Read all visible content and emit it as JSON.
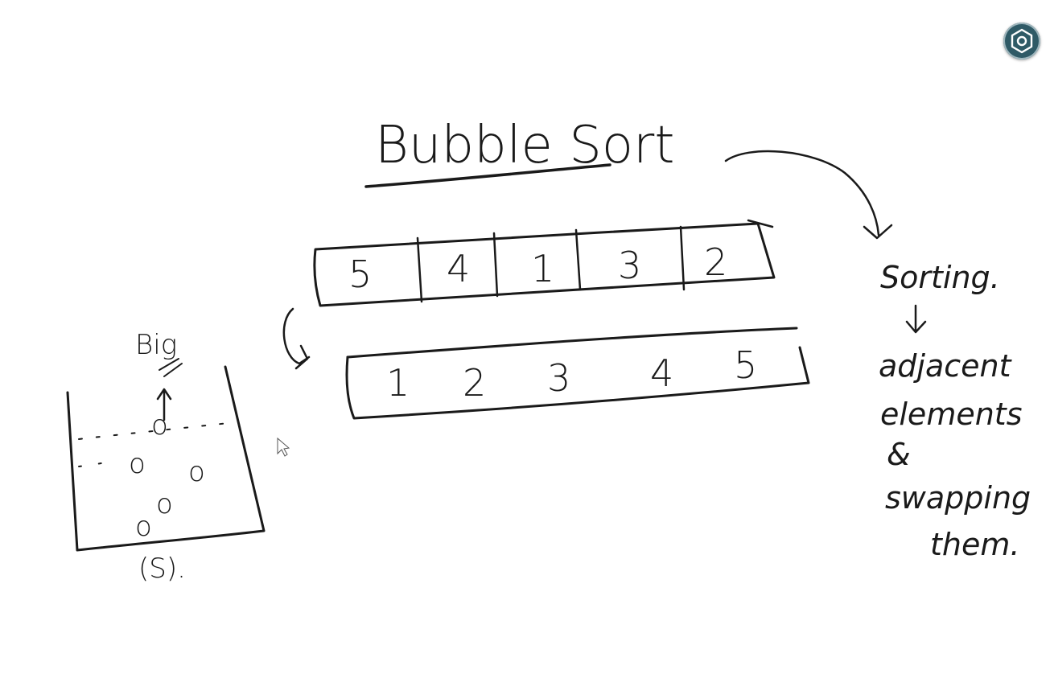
{
  "title": "Bubble Sort",
  "unsorted_array": [
    "5",
    "4",
    "1",
    "3",
    "2"
  ],
  "sorted_array": [
    "1",
    "2",
    "3",
    "4",
    "5"
  ],
  "note": {
    "line1": "Sorting.",
    "line2": "adjacent",
    "line3": "elements",
    "line4": "&",
    "line5": "swapping",
    "line6": "them."
  },
  "container": {
    "top_label": "Big",
    "bottom_label": "(S).",
    "bubbles": [
      "o",
      "o",
      "o",
      "o",
      "o"
    ]
  },
  "icons": {
    "settings": "settings-hexagon-icon",
    "cursor": "mouse-pointer-icon"
  },
  "colors": {
    "ink": "#1a1a1a",
    "background": "#ffffff",
    "button": "#2f5a66"
  }
}
